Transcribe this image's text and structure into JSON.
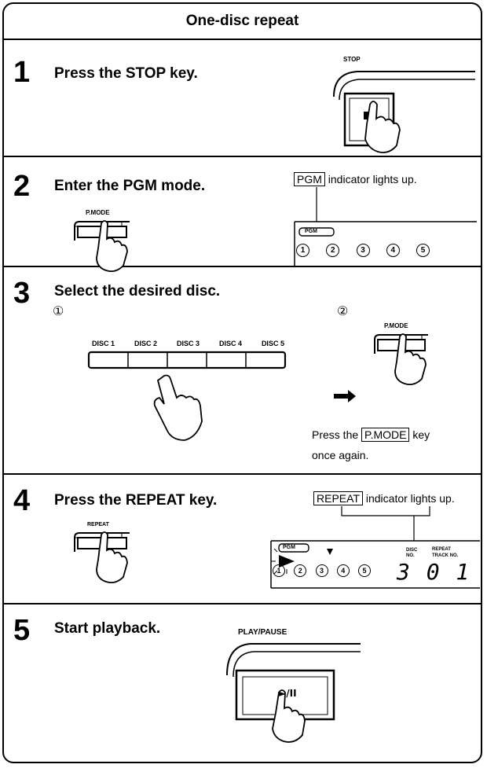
{
  "title": "One-disc repeat",
  "steps": [
    {
      "num": "1",
      "text": "Press the STOP key.",
      "key_label": "STOP"
    },
    {
      "num": "2",
      "text": "Enter the PGM mode.",
      "key_label": "P.MODE",
      "indicator": {
        "boxed": "PGM",
        "suffix": "indicator lights up."
      },
      "display_badge": "PGM",
      "display_disc_numbers": [
        "1",
        "2",
        "3",
        "4",
        "5"
      ]
    },
    {
      "num": "3",
      "text": "Select the desired disc.",
      "sub1": "①",
      "sub2": "②",
      "disc_buttons": [
        "DISC 1",
        "DISC 2",
        "DISC 3",
        "DISC 4",
        "DISC 5"
      ],
      "key_label": "P.MODE",
      "note_prefix": "Press the",
      "note_boxed": "P.MODE",
      "note_suffix": "key",
      "note_line2": "once again."
    },
    {
      "num": "4",
      "text": "Press the REPEAT key.",
      "key_label": "REPEAT",
      "indicator": {
        "boxed": "REPEAT",
        "suffix": "indicator lights up."
      },
      "display_badge": "PGM",
      "display_disc_numbers": [
        "1",
        "2",
        "3",
        "4",
        "5"
      ],
      "display_labels": {
        "disc_no": "DISC NO.",
        "repeat": "REPEAT",
        "track_no": "TRACK NO."
      },
      "display_digits": "3 0 1"
    },
    {
      "num": "5",
      "text": "Start playback.",
      "key_label": "PLAY/PAUSE",
      "key_symbol": "►/II"
    }
  ]
}
